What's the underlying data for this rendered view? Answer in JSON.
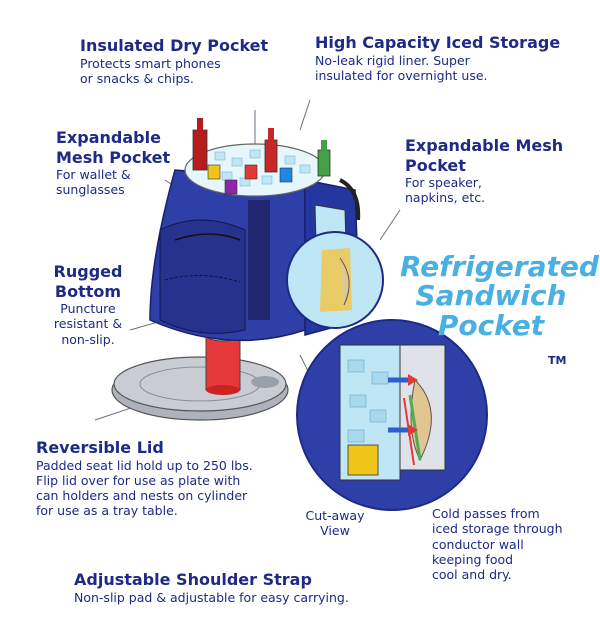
{
  "labels": {
    "dry_pocket": {
      "title": "Insulated Dry Pocket",
      "desc": [
        "Protects smart phones",
        "or snacks & chips."
      ]
    },
    "iced_storage": {
      "title": "High Capacity Iced Storage",
      "desc": [
        "No-leak rigid liner. Super",
        "insulated for overnight use."
      ]
    },
    "mesh_left": {
      "title": [
        "Expandable",
        "Mesh Pocket"
      ],
      "desc": [
        "For wallet &",
        "sunglasses"
      ]
    },
    "mesh_right": {
      "title": [
        "Expandable Mesh",
        "Pocket"
      ],
      "desc": [
        "For speaker,",
        "napkins, etc."
      ]
    },
    "bottom": {
      "title": [
        "Rugged",
        "Bottom"
      ],
      "desc": [
        "Puncture",
        "resistant &",
        "non-slip."
      ]
    },
    "lid": {
      "title": "Reversible Lid",
      "desc": [
        "Padded seat lid hold up to 250 lbs.",
        "Flip lid over for use as plate with",
        "can holders and nests on cylinder",
        "for use as a tray table."
      ]
    },
    "strap": {
      "title": "Adjustable Shoulder Strap",
      "desc": [
        "Non-slip pad & adjustable for easy carrying."
      ]
    },
    "cutaway": [
      "Cut-away",
      "View"
    ],
    "cold": [
      "Cold passes from",
      "iced storage through",
      "conductor wall",
      "keeping food",
      "cool and dry."
    ]
  },
  "sandwich": {
    "lines": [
      "Refrigerated",
      "Sandwich",
      "Pocket"
    ],
    "tm": "TM"
  },
  "colors": {
    "text": "#1d2a86",
    "accent": "#4ab0e2",
    "bag": "#2e3fa8",
    "ice": "#bfe6f5",
    "lid": "#c9ccd2"
  }
}
